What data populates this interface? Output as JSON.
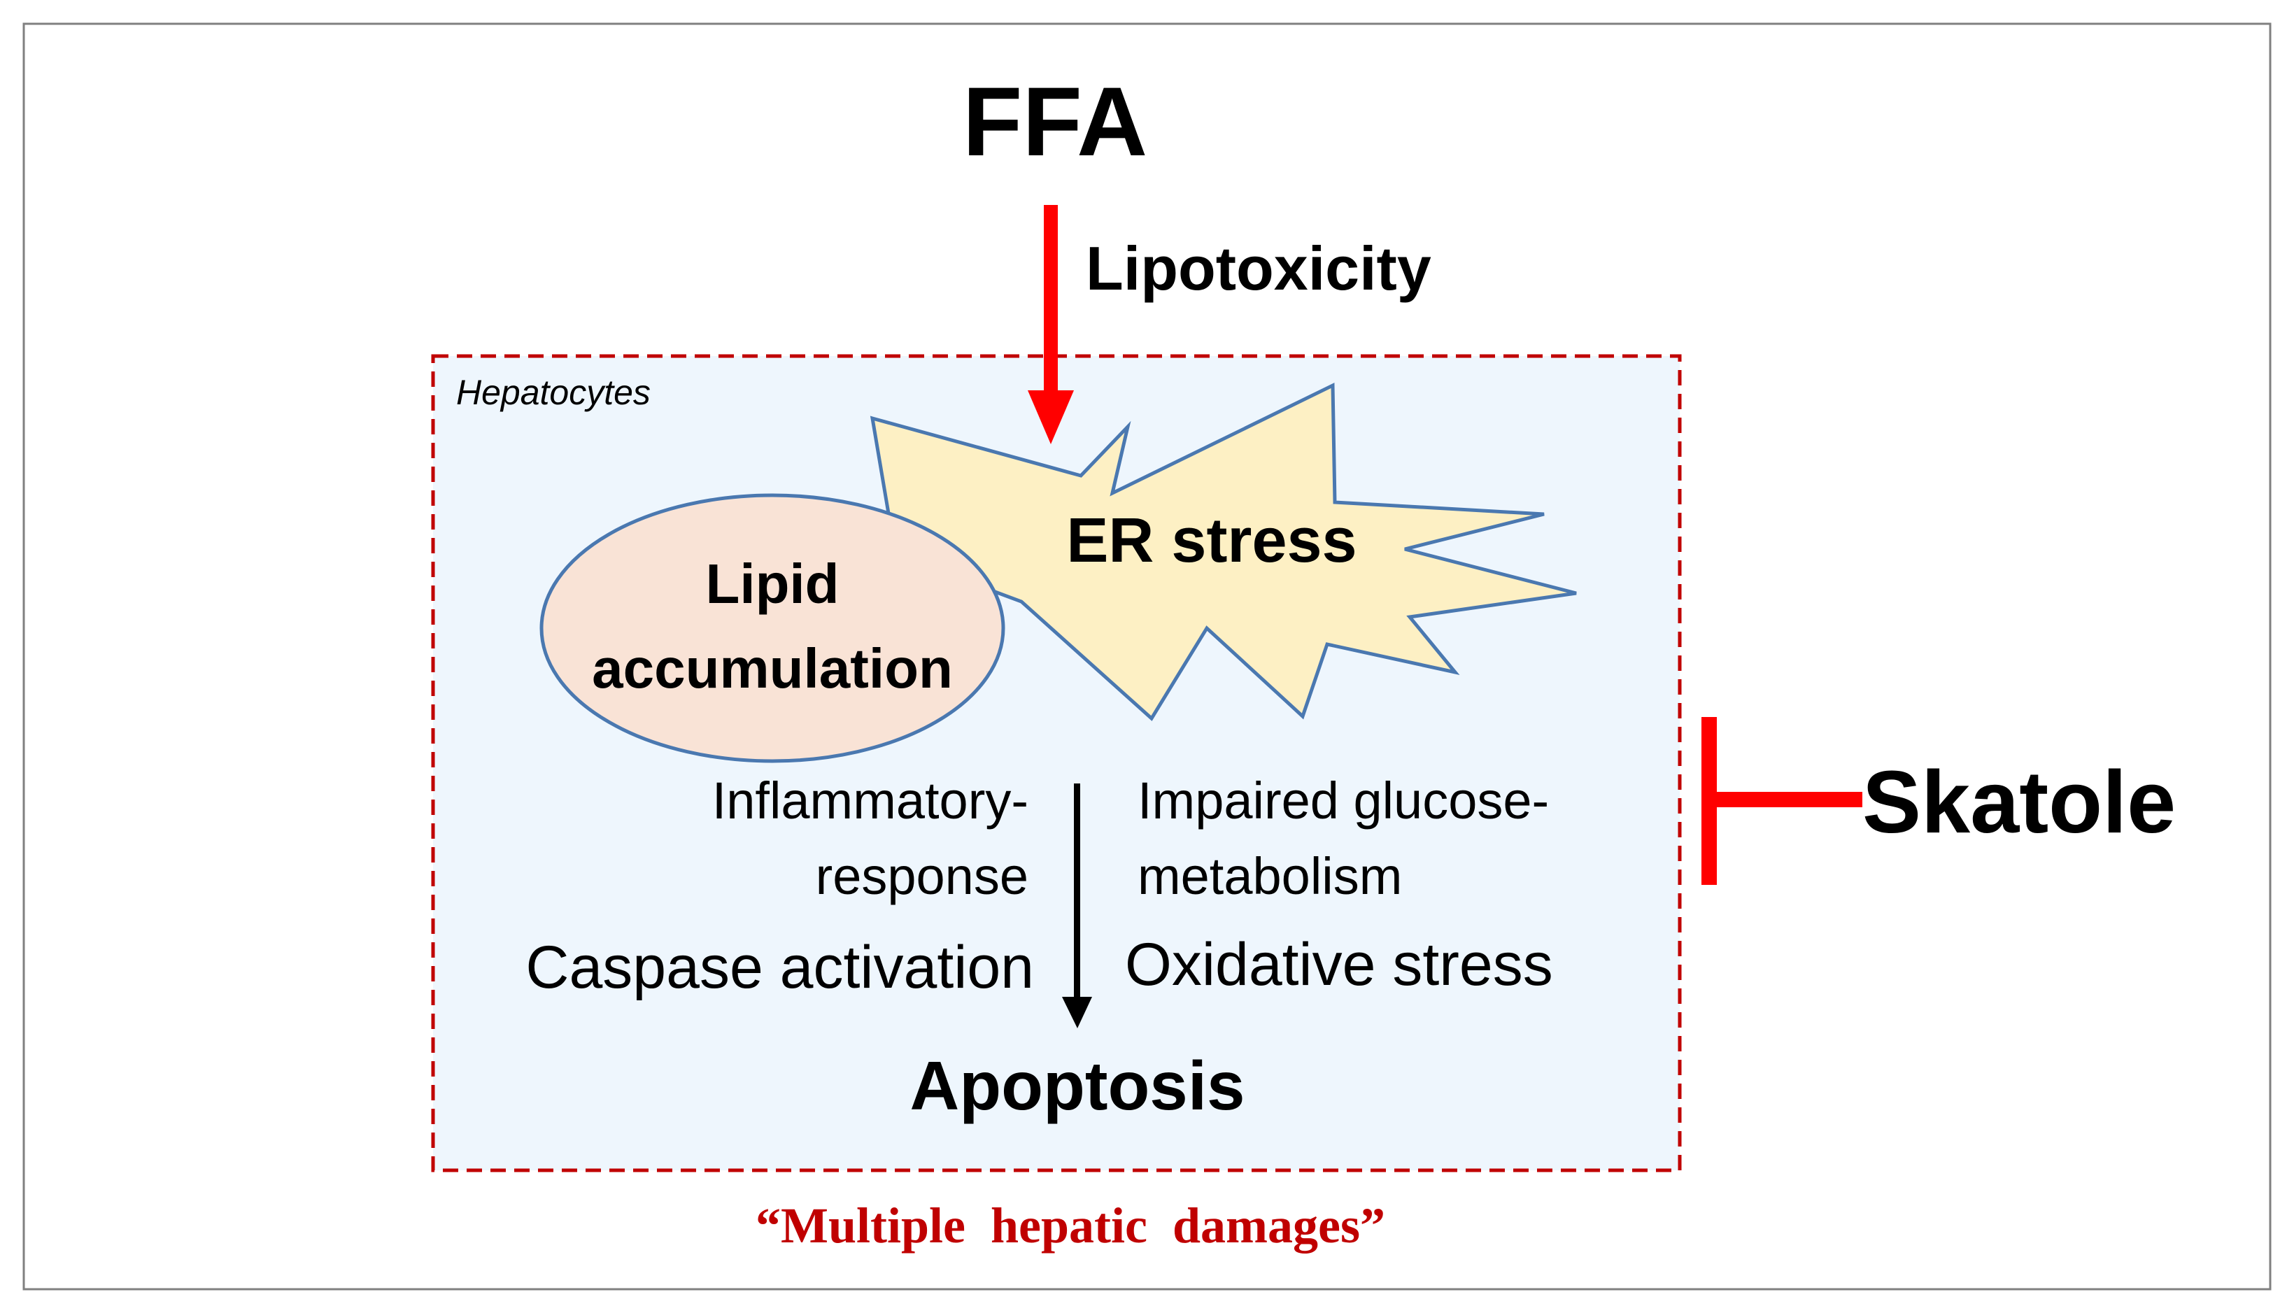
{
  "diagram": {
    "top_input": "FFA",
    "arrow_label": "Lipotoxicity",
    "box_label": "Hepatocytes",
    "lipid_line1": "Lipid",
    "lipid_line2": "accumulation",
    "er_stress": "ER stress",
    "inflammatory_line1": "Inflammatory-",
    "inflammatory_line2": "response",
    "caspase": "Caspase activation",
    "glucose_line1": "Impaired glucose-",
    "glucose_line2": "metabolism",
    "oxidative": "Oxidative stress",
    "outcome": "Apoptosis",
    "inhibitor": "Skatole",
    "caption": "“Multiple  hepatic  damages”"
  },
  "colors": {
    "arrow_red": "#ff0000",
    "box_border": "#c00000",
    "box_fill": "#eef6fd",
    "ellipse_fill": "#f9e3d6",
    "ellipse_stroke": "#4a78b0",
    "burst_fill": "#fdf0c4",
    "burst_stroke": "#4a78b0",
    "caption_red": "#c00000",
    "black": "#000000"
  }
}
